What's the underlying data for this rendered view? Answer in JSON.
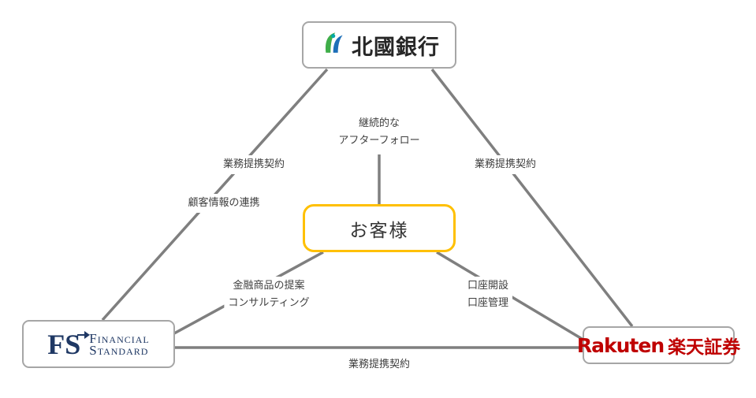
{
  "diagram": {
    "nodes": {
      "bank": {
        "name": "北國銀行"
      },
      "customer": {
        "label": "お客様"
      },
      "financial_standard": {
        "monogram": "FS",
        "name_line1": "Financial",
        "name_line2": "Standard"
      },
      "rakuten": {
        "brand": "Rakuten",
        "name": "楽天証券"
      }
    },
    "edges": {
      "bank_fs": {
        "label1": "業務提携契約",
        "label2": "顧客情報の連携"
      },
      "bank_customer": {
        "label1": "継続的な",
        "label2": "アフターフォロー"
      },
      "bank_rakuten": {
        "label": "業務提携契約"
      },
      "customer_fs": {
        "label1": "金融商品の提案",
        "label2": "コンサルティング"
      },
      "customer_rakuten": {
        "label1": "口座開設",
        "label2": "口座管理"
      },
      "fs_rakuten": {
        "label": "業務提携契約"
      }
    },
    "colors": {
      "line": "#7f7f7f",
      "customer_border": "#ffc000",
      "rakuten_red": "#bf0000",
      "fs_navy": "#1f3864",
      "bank_green": "#3fae49",
      "bank_blue": "#1d6fb8"
    }
  }
}
